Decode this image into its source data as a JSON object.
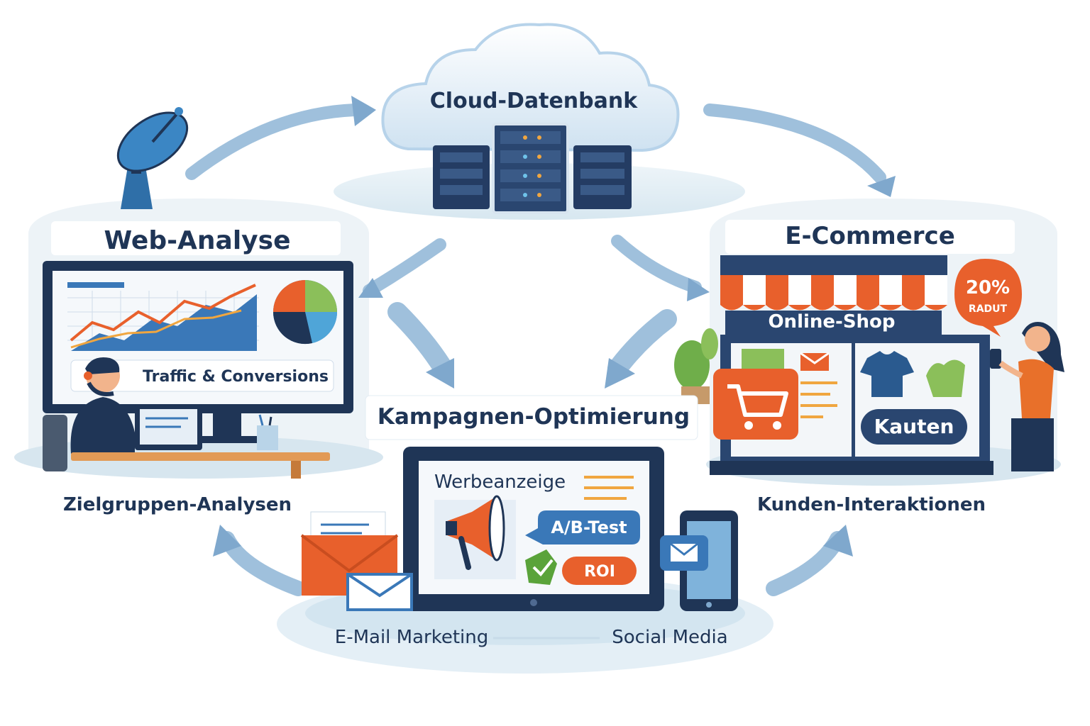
{
  "nodes": {
    "cloud": {
      "title": "Cloud-Datenbank"
    },
    "web_analysis": {
      "title": "Web-Analyse",
      "panel_label": "Traffic & Conversions"
    },
    "ecommerce": {
      "title": "E-Commerce",
      "shop_sign": "Online-Shop",
      "buy_button": "Kauten",
      "discount_value": "20%",
      "discount_word": "RADUT"
    },
    "campaign": {
      "title": "Kampagnen-Optimierung",
      "ad_title": "Werbeanzeige",
      "ab_test": "A/B-Test",
      "roi": "ROI"
    }
  },
  "captions": {
    "target_groups": "Zielgruppen-Analysen",
    "customer_interactions": "Kunden-Interaktionen",
    "email_marketing": "E-Mail Marketing",
    "social_media": "Social Media"
  },
  "colors": {
    "navy": "#1f3556",
    "blue": "#3a78b8",
    "light_blue": "#dbe9f3",
    "orange": "#e8602c",
    "green": "#8bbf5a",
    "arrow": "#9fc0dc"
  }
}
